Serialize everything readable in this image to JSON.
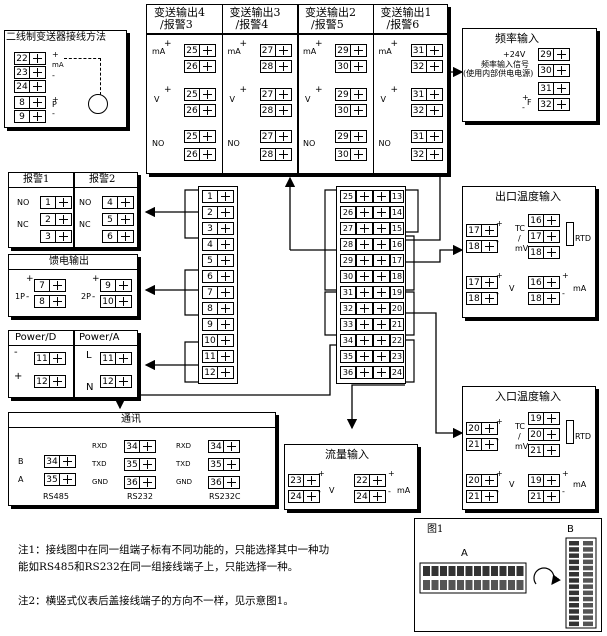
{
  "top_outputs": [
    {
      "title_1": "变送输出4",
      "title_2": "/报警3",
      "mA_pos": "+",
      "mA_label": "mA",
      "t_top": "25",
      "t_bot": "26",
      "v_pos": "+",
      "v_label": "V",
      "t_v_top": "25",
      "t_v_bot": "26",
      "no_label": "NO",
      "t_no_top": "25",
      "t_no_bot": "26"
    },
    {
      "title_1": "变送输出3",
      "title_2": "/报警4",
      "mA_pos": "+",
      "mA_label": "mA",
      "t_top": "27",
      "t_bot": "28",
      "v_pos": "+",
      "v_label": "V",
      "t_v_top": "27",
      "t_v_bot": "28",
      "no_label": "NO",
      "t_no_top": "27",
      "t_no_bot": "28"
    },
    {
      "title_1": "变送输出2",
      "title_2": "/报警5",
      "mA_pos": "+",
      "mA_label": "mA",
      "t_top": "29",
      "t_bot": "30",
      "v_pos": "+",
      "v_label": "V",
      "t_v_top": "29",
      "t_v_bot": "30",
      "no_label": "NO",
      "t_no_top": "29",
      "t_no_bot": "30"
    },
    {
      "title_1": "变送输出1",
      "title_2": "/报警6",
      "mA_pos": "+",
      "mA_label": "mA",
      "t_top": "31",
      "t_bot": "32",
      "v_pos": "+",
      "v_label": "V",
      "t_v_top": "31",
      "t_v_bot": "32",
      "no_label": "NO",
      "t_no_top": "31",
      "t_no_bot": "32"
    }
  ],
  "two_wire": {
    "title": "二线制变送器接线方法",
    "terminals": [
      "22",
      "23",
      "24",
      "8",
      "9"
    ],
    "signs": [
      "+",
      "-",
      "+",
      "-"
    ],
    "mA": "mA",
    "P": "P"
  },
  "freq": {
    "title": "频率输入",
    "v24": "+24V",
    "desc_1": "频率输入信号",
    "desc_2": "(使用内部供电电源)",
    "F": "F",
    "terminals": [
      "29",
      "30",
      "31",
      "32"
    ],
    "plus": "+",
    "minus": "-"
  },
  "alarm12": {
    "title_1": "报警1",
    "title_2": "报警2",
    "no": "NO",
    "nc": "NC",
    "left": [
      "1",
      "2",
      "3"
    ],
    "right": [
      "4",
      "5",
      "6"
    ]
  },
  "feed": {
    "title": "馈电输出",
    "p1": "1P",
    "p2": "2P",
    "left": [
      "7",
      "8"
    ],
    "right": [
      "9",
      "10"
    ],
    "plus": "+",
    "minus": "-"
  },
  "power": {
    "title_d": "Power/D",
    "title_a": "Power/A",
    "left": [
      "11",
      "12"
    ],
    "right": [
      "11",
      "12"
    ],
    "L": "L",
    "N": "N",
    "plus": "+",
    "minus": "-"
  },
  "comm": {
    "title": "通讯",
    "rs485": "RS485",
    "rs232": "RS232",
    "rs232c": "RS232C",
    "B": "B",
    "A": "A",
    "RXD": "RXD",
    "TXD": "TXD",
    "GND": "GND",
    "t485": [
      "34",
      "35"
    ],
    "t232": [
      "34",
      "35",
      "36"
    ]
  },
  "strip_left": [
    "1",
    "2",
    "3",
    "4",
    "5",
    "6",
    "7",
    "8",
    "9",
    "10",
    "11",
    "12"
  ],
  "strip_right": [
    "25",
    "26",
    "27",
    "28",
    "29",
    "30",
    "31",
    "32",
    "33",
    "34",
    "35",
    "36"
  ],
  "strip_right_inner": [
    "13",
    "14",
    "15",
    "16",
    "17",
    "18",
    "19",
    "20",
    "21",
    "22",
    "23",
    "24"
  ],
  "out_temp": {
    "title": "出口温度输入",
    "tc": "TC",
    "mv": "mV",
    "rtd": "RTD",
    "t_tc": [
      "17",
      "18"
    ],
    "t_rtd": [
      "16",
      "17",
      "18"
    ],
    "t_low_l": [
      "17",
      "18"
    ],
    "t_low_r": [
      "16",
      "18"
    ],
    "plus": "+",
    "minus": "-",
    "V": "V",
    "mA": "mA",
    "slash": "/"
  },
  "in_temp": {
    "title": "入口温度输入",
    "tc": "TC",
    "mv": "mV",
    "rtd": "RTD",
    "t_tc": [
      "20",
      "21"
    ],
    "t_rtd": [
      "19",
      "20",
      "21"
    ],
    "t_low_l": [
      "20",
      "21"
    ],
    "t_low_r": [
      "19",
      "21"
    ],
    "plus": "+",
    "minus": "-",
    "V": "V",
    "mA": "mA",
    "slash": "/"
  },
  "flow": {
    "title": "流量输入",
    "left": [
      "23",
      "24"
    ],
    "right": [
      "22",
      "24"
    ],
    "plus": "+",
    "minus": "-",
    "V": "V",
    "mA": "mA"
  },
  "notes": {
    "note1_a": "注1：接线图中在同一组端子标有不同功能的，只能选择其中一种功能如RS485和RS232在同一组接线端子上，",
    "note1_b": "能如RS485和RS232在同一组接线端子上，只能选择一种。",
    "note1_line1": "注1：接线图中在同一组端子标有不同功能的，只能选择其中一种功",
    "note2": "注2：横竖式仪表后盖接线端子的方向不一样，见示意图1。"
  },
  "figure1": {
    "title": "图1",
    "A": "A",
    "B": "B"
  }
}
